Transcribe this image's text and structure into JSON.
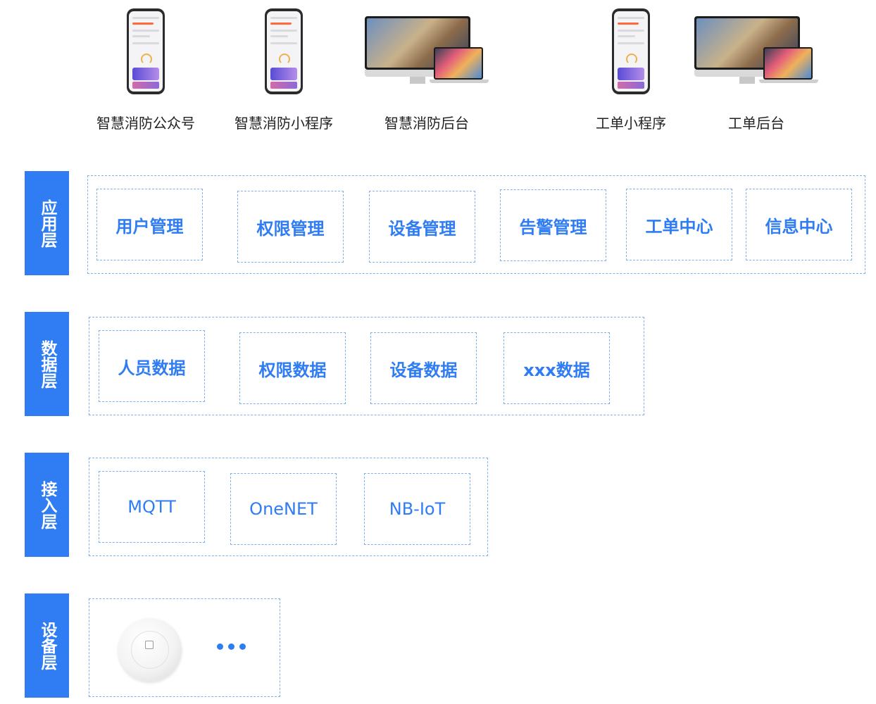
{
  "clients": [
    {
      "id": "wechat-official-account",
      "name": "智慧消防公众号",
      "device": "phone-icon"
    },
    {
      "id": "fire-mini-program",
      "name": "智慧消防小程序",
      "device": "phone-icon"
    },
    {
      "id": "fire-admin-backend",
      "name": "智慧消防后台",
      "device": "desktop-laptop-icon"
    },
    {
      "id": "workorder-mini-program",
      "name": "工单小程序",
      "device": "phone-icon"
    },
    {
      "id": "workorder-backend",
      "name": "工单后台",
      "device": "desktop-laptop-icon"
    }
  ],
  "layers": {
    "application": {
      "label": "应用层",
      "items": [
        "用户管理",
        "权限管理",
        "设备管理",
        "告警管理",
        "工单中心",
        "信息中心"
      ]
    },
    "data": {
      "label": "数据层",
      "items": [
        "人员数据",
        "权限数据",
        "设备数据",
        "xxx数据"
      ]
    },
    "access": {
      "label": "接入层",
      "items": [
        "MQTT",
        "OneNET",
        "NB-IoT"
      ]
    },
    "device": {
      "label": "设备层",
      "items": [
        "smoke-detector-image",
        "ellipsis-icon"
      ]
    }
  },
  "colors": {
    "accent": "#2f7cf3",
    "dashed_border": "#7fb0f0",
    "label_text": "#ffffff"
  }
}
